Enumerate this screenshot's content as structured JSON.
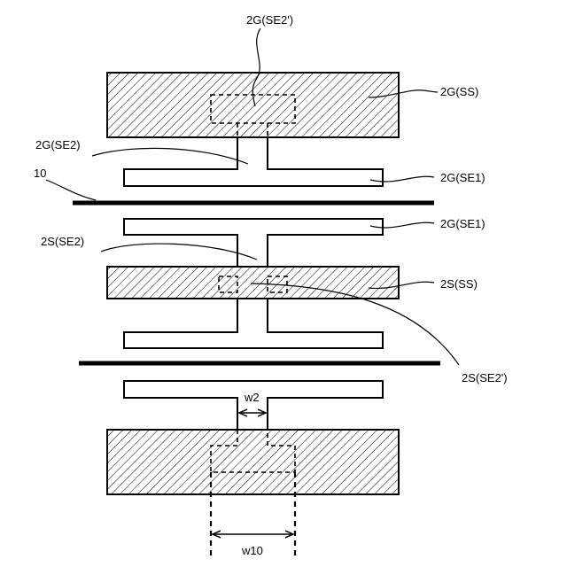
{
  "labels": {
    "g_se2_prime": "2G(SE2')",
    "g_ss": "2G(SS)",
    "g_se2": "2G(SE2)",
    "g_se1_top": "2G(SE1)",
    "layer_10": "10",
    "g_se1_lower": "2G(SE1)",
    "s_se2": "2S(SE2)",
    "s_ss": "2S(SS)",
    "s_se2_prime": "2S(SE2')",
    "w2": "w2",
    "w10": "w10"
  }
}
